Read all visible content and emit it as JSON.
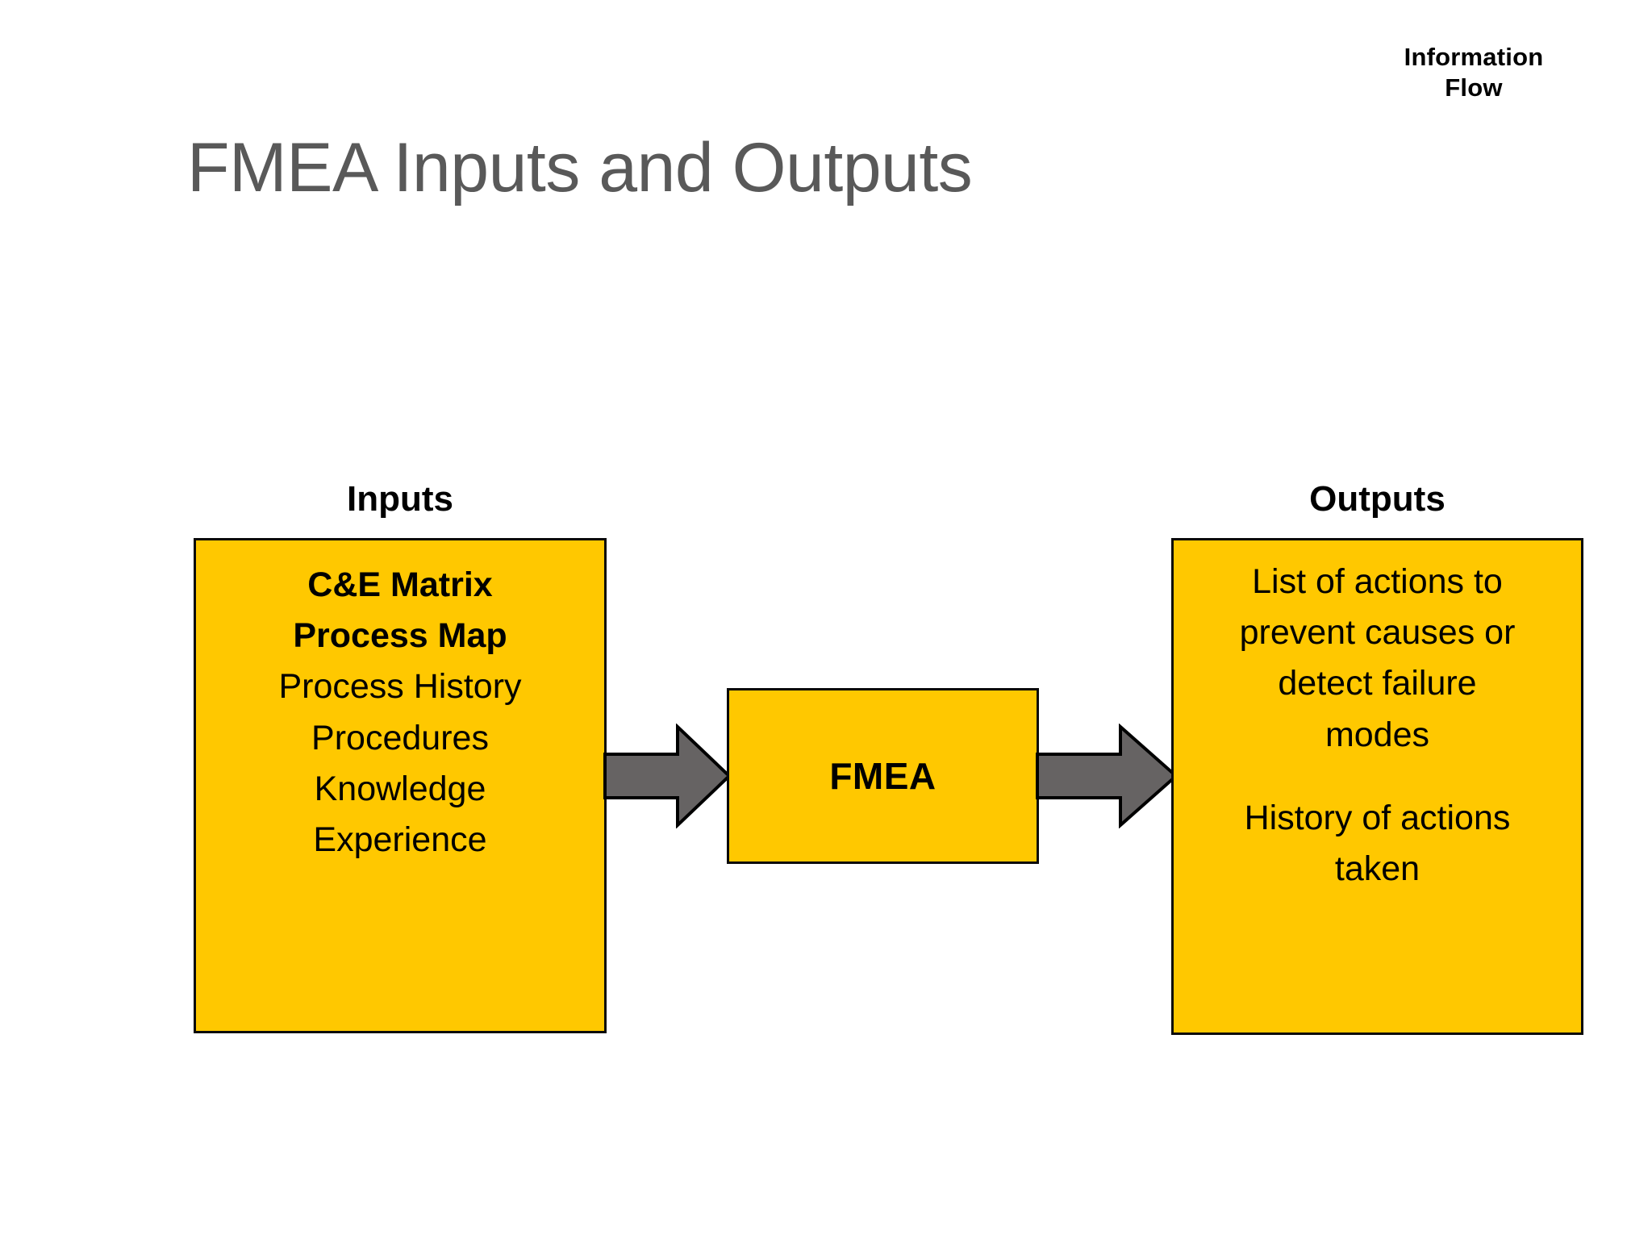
{
  "slide": {
    "title": "FMEA Inputs and Outputs",
    "corner_note": [
      "Information",
      "Flow"
    ],
    "background_color": "#ffffff",
    "title_color": "#595959"
  },
  "colors": {
    "box_fill": "#FFC800",
    "box_border": "#0a0a0a",
    "arrow_fill": "#666363",
    "arrow_border": "#000000",
    "text": "#000000"
  },
  "diagram": {
    "type": "flow",
    "inputs": {
      "header": "Inputs",
      "lines": [
        {
          "text": "C&E Matrix",
          "bold": true
        },
        {
          "text": "Process Map",
          "bold": true
        },
        {
          "text": "Process History",
          "bold": false
        },
        {
          "text": "Procedures",
          "bold": false
        },
        {
          "text": "Knowledge",
          "bold": false
        },
        {
          "text": "Experience",
          "bold": false
        }
      ]
    },
    "process": {
      "label": "FMEA"
    },
    "outputs": {
      "header": "Outputs",
      "lines": [
        {
          "text": "List of actions to",
          "bold": false
        },
        {
          "text": "prevent causes or",
          "bold": false
        },
        {
          "text": "detect failure",
          "bold": false
        },
        {
          "text": "modes",
          "bold": false
        },
        {
          "text": "",
          "bold": false,
          "spacer": true
        },
        {
          "text": "History of actions",
          "bold": false
        },
        {
          "text": "taken",
          "bold": false
        }
      ]
    },
    "arrows": [
      {
        "name": "inputs-to-fmea",
        "direction": "right"
      },
      {
        "name": "fmea-to-outputs",
        "direction": "right"
      }
    ]
  }
}
